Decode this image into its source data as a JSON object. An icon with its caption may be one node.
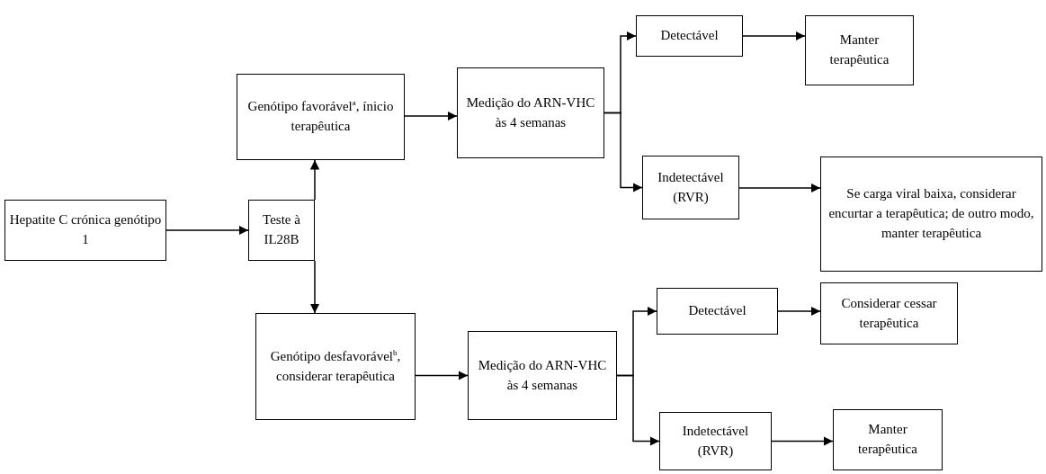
{
  "diagram": {
    "nodes": [
      {
        "text": [
          "Hepatite C crónica genótipo 1"
        ]
      },
      {
        "text": [
          "Teste à IL28B"
        ]
      },
      {
        "text": [
          "Genótipo favorável$^{a}$, ínicio terapêutica"
        ]
      },
      {
        "text": [
          "Genótipo desfavorável$^{b}$, considerar terapêutica"
        ]
      },
      {
        "text": [
          "Medição do ARN-VHC às 4 semanas"
        ]
      },
      {
        "text": [
          "Medição do ARN-VHC às 4 semanas"
        ]
      },
      {
        "text": [
          "Detectável"
        ]
      },
      {
        "text": [
          "Manter terapêutica"
        ]
      },
      {
        "text": [
          "Indetectável (RVR)"
        ]
      },
      {
        "text": [
          "Se carga viral baixa, considerar encurtar a terapêutica; de outro modo, manter terapêutica"
        ]
      },
      {
        "text": [
          "Detectável"
        ]
      },
      {
        "text": [
          "Considerar cessar terapêutica"
        ]
      },
      {
        "text": [
          "Indetectável (RVR)"
        ]
      },
      {
        "text": [
          "Manter terapêutica"
        ]
      }
    ],
    "edges": [
      {
        "from": 0,
        "to": 1,
        "arrow": "to"
      },
      {
        "from": 1,
        "to": 2,
        "arrow": "to"
      },
      {
        "from": 1,
        "to": 3,
        "arrow": "to"
      },
      {
        "from": 2,
        "to": 4,
        "arrow": "to"
      },
      {
        "from": 3,
        "to": 5,
        "arrow": "to"
      },
      {
        "from": 4,
        "to": 6,
        "arrow": "to"
      },
      {
        "from": 4,
        "to": 8,
        "arrow": "to"
      },
      {
        "from": 5,
        "to": 10,
        "arrow": "to"
      },
      {
        "from": 5,
        "to": 12,
        "arrow": "to"
      },
      {
        "from": 6,
        "to": 7,
        "arrow": "to"
      },
      {
        "from": 8,
        "to": 9,
        "arrow": "to"
      },
      {
        "from": 10,
        "to": 11,
        "arrow": "to"
      },
      {
        "from": 12,
        "to": 13,
        "arrow": "to"
      }
    ]
  }
}
